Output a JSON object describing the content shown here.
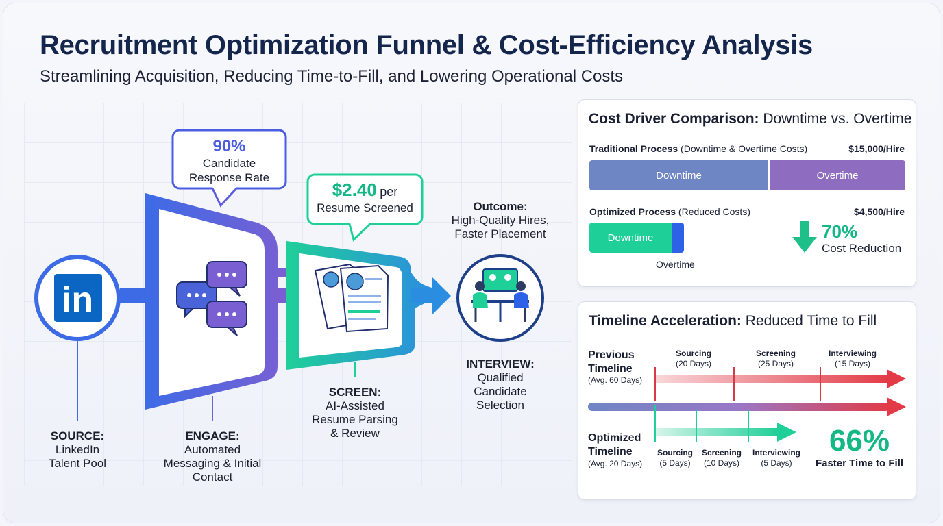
{
  "title": "Recruitment Optimization Funnel & Cost-Efficiency Analysis",
  "subtitle": "Streamlining Acquisition, Reducing Time-to-Fill, and Lowering Operational Costs",
  "funnel": {
    "source": {
      "title": "SOURCE:",
      "line1": "LinkedIn",
      "line2": "Talent Pool",
      "icon": "linkedin-icon"
    },
    "engage": {
      "title": "ENGAGE:",
      "line1": "Automated",
      "line2": "Messaging & Initial",
      "line3": "Contact",
      "icon": "chat-bubbles-icon"
    },
    "screen": {
      "title": "SCREEN:",
      "line1": "AI-Assisted",
      "line2": "Resume Parsing",
      "line3": "& Review",
      "icon": "resume-documents-icon"
    },
    "interview": {
      "title": "INTERVIEW:",
      "line1": "Qualified",
      "line2": "Candidate",
      "line3": "Selection",
      "icon": "video-interview-icon"
    },
    "callout_response": {
      "value": "90%",
      "line1": "Candidate",
      "line2": "Response Rate"
    },
    "callout_cost": {
      "value": "$2.40",
      "unit": "per",
      "line2": "Resume Screened"
    },
    "outcome": {
      "title": "Outcome:",
      "line1": "High-Quality Hires,",
      "line2": "Faster Placement"
    }
  },
  "cost_card": {
    "title_bold": "Cost Driver Comparison:",
    "title_rest": " Downtime vs. Overtime",
    "traditional": {
      "label_bold": "Traditional Process",
      "label_rest": " (Downtime & Overtime Costs)",
      "value": "$15,000/Hire",
      "seg1": "Downtime",
      "seg2": "Overtime"
    },
    "optimized": {
      "label_bold": "Optimized Process",
      "label_rest": " (Reduced Costs)",
      "value": "$4,500/Hire",
      "seg1": "Downtime",
      "seg2_label": "Overtime"
    },
    "reduction": {
      "value": "70%",
      "label": "Cost Reduction"
    },
    "colors": {
      "downtime_trad": "#6f86c4",
      "overtime_trad": "#8e6cc0",
      "downtime_opt": "#1fcf98",
      "overtime_opt": "#2e62e6",
      "arrow": "#1fbf8a"
    }
  },
  "timeline_card": {
    "title_bold": "Timeline Acceleration:",
    "title_rest": " Reduced Time to Fill",
    "previous": {
      "name1": "Previous",
      "name2": "Timeline",
      "avg": "(Avg. 60 Days)",
      "phases": [
        {
          "name": "Sourcing",
          "days": "(20 Days)"
        },
        {
          "name": "Screening",
          "days": "(25 Days)"
        },
        {
          "name": "Interviewing",
          "days": "(15 Days)"
        }
      ]
    },
    "optimized": {
      "name1": "Optimized",
      "name2": "Timeline",
      "avg": "(Avg. 20 Days)",
      "phases": [
        {
          "name": "Sourcing",
          "days": "(5 Days)"
        },
        {
          "name": "Screening",
          "days": "(10 Days)"
        },
        {
          "name": "Interviewing",
          "days": "(5 Days)"
        }
      ]
    },
    "result": {
      "value": "66%",
      "label": "Faster Time to Fill"
    }
  }
}
